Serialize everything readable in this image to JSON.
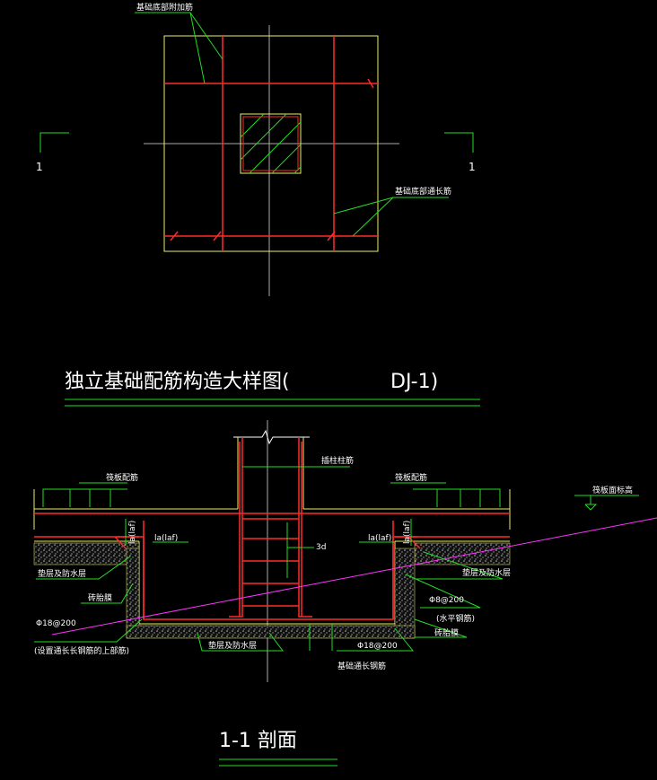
{
  "plan": {
    "label_top_rebar": "基础底部附加筋",
    "label_right_rebar": "基础底部通长筋",
    "section_mark_left": "1",
    "section_mark_right": "1"
  },
  "title": {
    "main": "独立基础配筋构造大样图(",
    "code": "DJ-1)"
  },
  "section": {
    "label_column_bars": "插柱柱筋",
    "label_raft_left": "筏板配筋",
    "label_raft_right": "筏板配筋",
    "label_raft_top": "筏板面标高",
    "label_la_left_1": "la(laf)",
    "label_la_left_2": "la(laf)",
    "label_la_right_1": "la(laf)",
    "label_la_right_2": "la(laf)",
    "label_3d": "3d",
    "label_cushion_left": "垫层及防水层",
    "label_brick_left": "砖胎膜",
    "label_rebar_left_spec": "Φ18@200",
    "label_rebar_left_desc": "(设置通长长钢筋的上部筋)",
    "label_cushion_bottom": "垫层及防水层",
    "label_cushion_right": "垫层及防水层",
    "label_rebar_right_spec": "Φ8@200",
    "label_rebar_right_desc": "(水平钢筋)",
    "label_brick_right": "砖胎膜",
    "label_rebar_bottom_spec": "Φ18@200",
    "label_rebar_bottom_desc": "基础通长钢筋",
    "section_title": "1-1 剖面"
  },
  "colors": {
    "background": "#000000",
    "outline": "#e8ee6a",
    "rebar": "#ff2a2a",
    "leader": "#22dd22",
    "axis": "#aaaaaa",
    "magenta": "#ff33ff",
    "text": "#ffffff",
    "hatch": "#cccccc"
  }
}
